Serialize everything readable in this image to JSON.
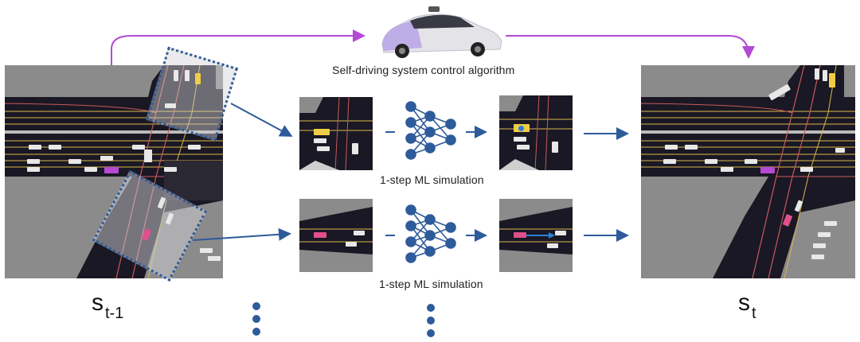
{
  "labels": {
    "control_algorithm": "Self-driving system control algorithm",
    "sim_top": "1-step ML simulation",
    "sim_bottom": "1-step ML simulation",
    "state_prev_main": "s",
    "state_prev_sub": "t-1",
    "state_next_main": "s",
    "state_next_sub": "t"
  },
  "colors": {
    "road": "#1a1824",
    "gray_zone": "#8b8b8b",
    "lane_yellow": "#d9b74a",
    "lane_red": "#c65a5a",
    "arrow_blue": "#2e5b9a",
    "arrow_purple": "#b24ad6",
    "ego_purple": "#b44ad2",
    "pink_agent": "#e0508a",
    "yellow_agent": "#f0cc47",
    "blue_dot": "#2a7fd6"
  },
  "icons": [
    "self-driving-car-icon",
    "neural-network-icon"
  ]
}
